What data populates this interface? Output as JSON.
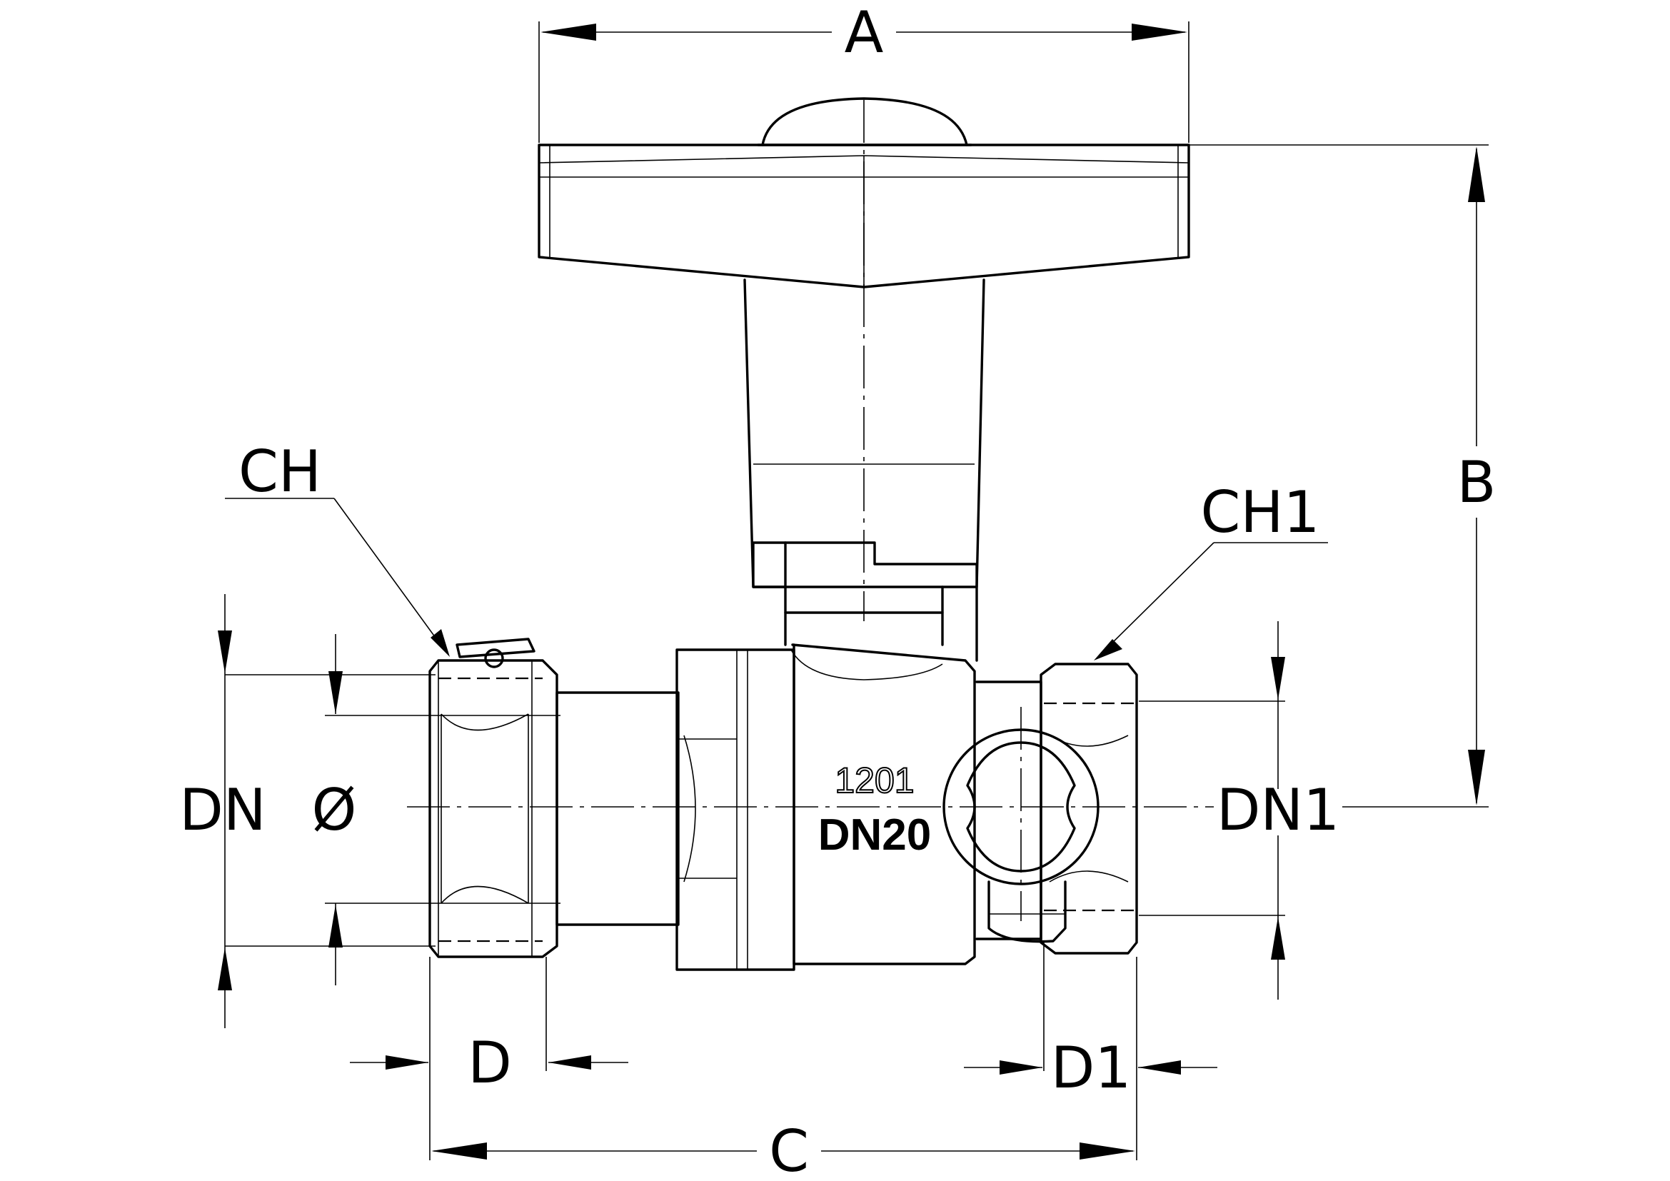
{
  "dimensions": {
    "a": "A",
    "b": "B",
    "c": "C",
    "d": "D",
    "d1": "D1",
    "dn": "DN",
    "dia": "Ø",
    "dn1": "DN1",
    "ch": "CH",
    "ch1": "CH1"
  },
  "body_marking": {
    "code": "1201",
    "size": "DN20"
  }
}
